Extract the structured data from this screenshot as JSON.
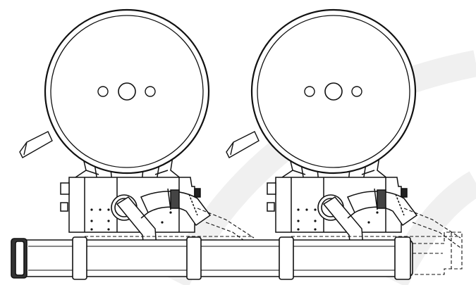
{
  "drawing": {
    "description_visible_text": "",
    "line_color": "#111111",
    "fill_color": "#ffffff",
    "watermark_color": "#f0f0f0",
    "unit_count": 2,
    "knob_holes_per_unit": 3,
    "header_pipe_couplings": 4
  }
}
